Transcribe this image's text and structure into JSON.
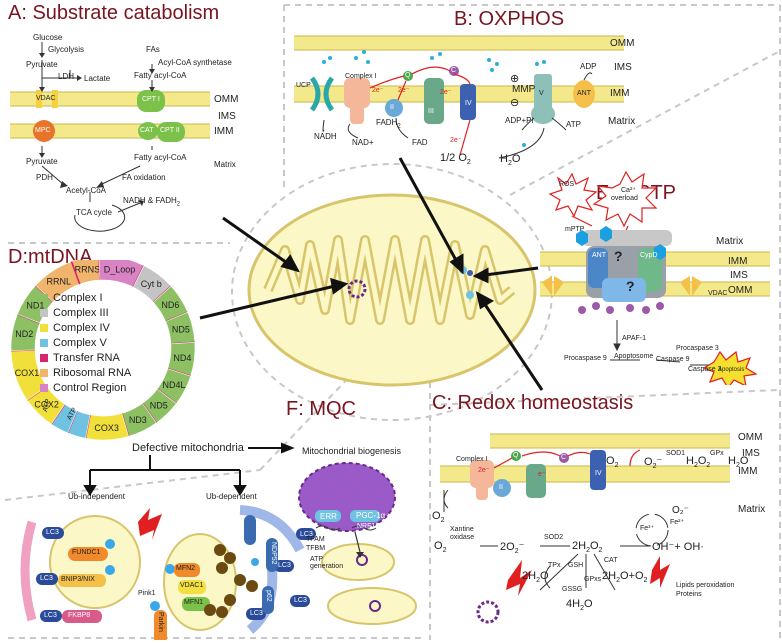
{
  "panels": {
    "a": {
      "title": "A: Substrate catabolism",
      "labels": {
        "glucose": "Glucose",
        "glycolysis": "Glycolysis",
        "pyruvate_top": "Pyruvate",
        "ldh": "LDH",
        "lactate": "Lactate",
        "fas": "FAs",
        "acs": "Acyl-CoA synthetase",
        "fatty_acyl_top": "Fatty acyl-CoA",
        "vdac": "VDAC",
        "cpt1": "CPT I",
        "mpc": "MPC",
        "cat": "CAT",
        "cpt2": "CPT II",
        "omm": "OMM",
        "ims": "IMS",
        "imm": "IMM",
        "pyruvate_bottom": "Pyruvate",
        "fatty_acyl_bottom": "Fatty acyl-CoA",
        "matrix": "Matrix",
        "pdh": "PDH",
        "fa_oxidation": "FA oxidation",
        "acetyl_coa": "Acetyl-CoA",
        "tca": "TCA cycle",
        "nadh_fadh": "NADH & FADH",
        "sub2": "2"
      }
    },
    "b": {
      "title": "B: OXPHOS",
      "labels": {
        "omm": "OMM",
        "ims": "IMS",
        "imm": "IMM",
        "matrix": "Matrix",
        "ucp": "UCP",
        "complex1": "Complex  I",
        "e1": "2e⁻",
        "ii": "II",
        "e2": "2e⁻",
        "q": "Q",
        "c": "C",
        "iii": "III",
        "iv": "IV",
        "v": "V",
        "e3": "2e⁻",
        "e4": "2e⁻",
        "mmp": "MMP",
        "plus": "⊕",
        "minus": "⊖",
        "ant": "ANT",
        "adp": "ADP",
        "nadh": "NADH",
        "nad": "NAD+",
        "fadh": "FADH",
        "fadh_sub": "2",
        "fad": "FAD",
        "adp_pi": "ADP+Pi",
        "atp": "ATP",
        "half_o2": "1/2  O",
        "o2_sub": "2",
        "h2o": "H",
        "h2o_sub": "2",
        "h2o_o": "O"
      }
    },
    "d": {
      "title": "D:mtDNA",
      "segments": [
        "RRNS",
        "D_Loop",
        "Cyt b",
        "ND6",
        "ND5",
        "ND4",
        "ND4L",
        "ND5",
        "ND3",
        "COX3",
        "ATP",
        "ATP",
        "COX2",
        "COX1",
        "ND2",
        "ND1",
        "RRNL"
      ],
      "atp_small_a": "6",
      "atp_small_b": "6sube8",
      "legend": [
        {
          "label": "Complex I",
          "color": "#8cc063"
        },
        {
          "label": "Complex III",
          "color": "#c4c4c4"
        },
        {
          "label": "Complex IV",
          "color": "#f2e03a"
        },
        {
          "label": "Complex V",
          "color": "#6fc3e0"
        },
        {
          "label": "Transfer RNA",
          "color": "#d8246e"
        },
        {
          "label": "Ribosomal RNA",
          "color": "#f0b46c"
        },
        {
          "label": "Control Region",
          "color": "#d982c4"
        }
      ]
    },
    "e": {
      "title": "E: mPTP",
      "labels": {
        "ros": "ROS",
        "ca": "Ca²⁺",
        "overload": "overload",
        "mptp": "mPTP",
        "matrix": "Matrix",
        "ant": "ANT",
        "cypd": "CypD",
        "q1": "?",
        "q2": "?",
        "imm": "IMM",
        "ims": "IMS",
        "vdac": "VDAC",
        "omm": "OMM",
        "apaf": "APAF-1",
        "procasp9": "Procaspase 9",
        "apoptosome": "Apoptosome",
        "procasp3": "Procaspase 3",
        "casp9": "Caspase 9",
        "casp3": "Caspase 3",
        "apoptosis": "Apoptosis",
        "c": "C"
      }
    },
    "f": {
      "title": "F: MQC",
      "labels": {
        "defective": "Defective mitochondria",
        "biogenesis": "Mitochondrial biogenesis",
        "ub_ind": "Ub-independent",
        "ub_dep": "Ub-dependent",
        "err": "ERR",
        "pgc": "PGC-1α",
        "nrf": "NRF1/2",
        "tfam": "TFAM",
        "tfbm": "TFBM",
        "atp_gen": "ATP generation",
        "lc3": "LC3",
        "fundc1": "FUNDC1",
        "bnip3": "BNIP3/NIX",
        "fkbp8": "FKBP8",
        "pink1": "Pink1",
        "parkin": "Parkin",
        "mfn2": "MFN2",
        "vdac1": "VDAC1",
        "mfn1": "MFN1",
        "optn": "OPTN",
        "ndp52": "NDP52",
        "p62": "p62",
        "ub": "Ub",
        "p": "P"
      }
    },
    "c": {
      "title": "C: Redox homeostasis",
      "labels": {
        "omm": "OMM",
        "ims": "IMS",
        "imm": "IMM",
        "matrix": "Matrix",
        "complex1": "Complex  I",
        "e1": "2e⁻",
        "ii": "II",
        "q": "Q",
        "c": "C",
        "iv": "IV",
        "e2": "e⁻",
        "o2_top": "O",
        "o2_top_sub": "2",
        "sup_top": "O",
        "sup_top_sub": "2",
        "sup_top_sup": "⁻",
        "sod1": "SOD1",
        "h2o2_top": "H",
        "h2o2_top_a": "2",
        "h2o2_top_b": "O",
        "h2o2_top_c": "2",
        "gpx_top": "GPx",
        "h2o_top": "H",
        "h2o_top_a": "2",
        "h2o_top_b": "O",
        "o2_left": "O",
        "o2_left_sub": "2",
        "fe2": "Fe²⁺",
        "fe3": "Fe³⁺",
        "sup_right": "O₂⁻",
        "o2_mid": "O",
        "o2_mid_sub": "2",
        "xo1": "Xantine",
        "xo2": "oxidase",
        "two_o2": "2O",
        "two_o2_sub": "2",
        "two_o2_sup": "⁻",
        "sod2": "SOD2",
        "h2o2_main": "2H",
        "h2o2_main_a": "2",
        "h2o2_main_b": "O",
        "h2o2_main_c": "2",
        "oh": "OH⁻+ OH·",
        "cat": "CAT",
        "tpx": "TPx",
        "gsh": "GSH",
        "gpxs": "GPxs",
        "gssg": "GSSG",
        "h2o_2": "2H",
        "h2o_2_a": "2",
        "h2o_2_b": "O",
        "cat_prod": "2H",
        "cat_prod_a": "2",
        "cat_prod_b": "O+O",
        "cat_prod_c": "2",
        "four_h2o": "4H",
        "four_h2o_a": "2",
        "four_h2o_b": "O",
        "lipid": "Lipids peroxidation",
        "proteins": "Proteins"
      }
    }
  },
  "colors": {
    "title_red": "#7a1420",
    "membrane": "#e8d96a",
    "mito_fill": "#fbf7c6",
    "mito_stroke": "#d8c46a",
    "complex1": "#f5b79a",
    "complex2": "#6aa8d8",
    "complex3": "#6aa88a",
    "complex4": "#3b61b0",
    "complex5": "#8cc0b8",
    "ant": "#f5c04a",
    "ros": "#e02020"
  }
}
